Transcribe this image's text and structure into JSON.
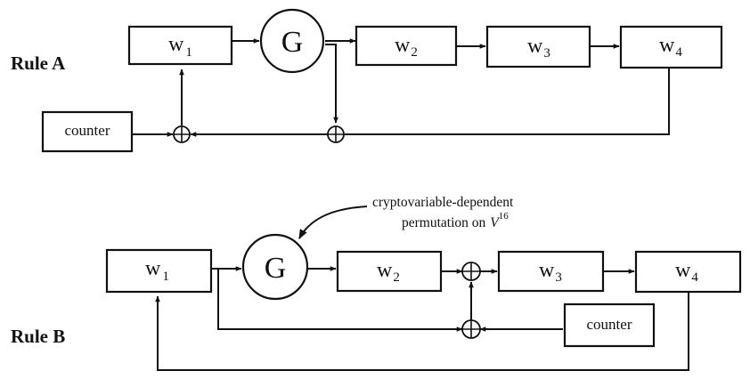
{
  "rule_a": {
    "label": "Rule A",
    "w1": {
      "base": "w",
      "sub": "1"
    },
    "g": "G",
    "w2": {
      "base": "w",
      "sub": "2"
    },
    "w3": {
      "base": "w",
      "sub": "3"
    },
    "w4": {
      "base": "w",
      "sub": "4"
    },
    "counter": "counter"
  },
  "rule_b": {
    "label": "Rule B",
    "w1": {
      "base": "w",
      "sub": "1"
    },
    "g": "G",
    "w2": {
      "base": "w",
      "sub": "2"
    },
    "w3": {
      "base": "w",
      "sub": "3"
    },
    "w4": {
      "base": "w",
      "sub": "4"
    },
    "counter": "counter",
    "annotation": {
      "line1": "cryptovariable-dependent",
      "line2": "permutation on",
      "space": "V",
      "exponent": "16"
    }
  }
}
